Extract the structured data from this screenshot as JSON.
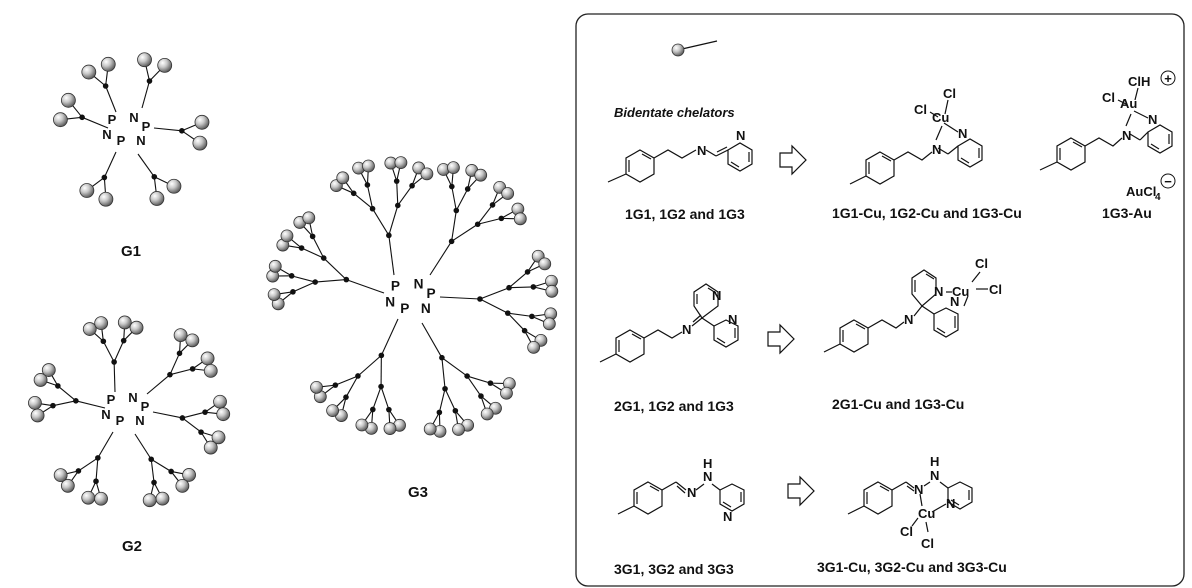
{
  "dendrimers": {
    "g1": "G1",
    "g2": "G2",
    "g3": "G3"
  },
  "core_atoms": {
    "p": "P",
    "n": "N"
  },
  "panel": {
    "heading": "Bidentate chelators",
    "row1": {
      "ligand": "1G1, 1G2 and 1G3",
      "cu_complex": "1G1-Cu, 1G2-Cu and 1G3-Cu",
      "au_complex": "1G3-Au"
    },
    "row2": {
      "ligand": "2G1, 1G2 and 1G3",
      "cu_complex": "2G1-Cu and 1G3-Cu"
    },
    "row3": {
      "ligand": "3G1, 3G2 and 3G3",
      "cu_complex": "3G1-Cu, 3G2-Cu and 3G3-Cu"
    }
  },
  "atoms": {
    "cl": "Cl",
    "cu": "Cu",
    "au": "Au",
    "n": "N",
    "h": "H",
    "clh": "ClH",
    "aucl": "AuCl",
    "sub4": "4",
    "plus": "+",
    "minus": "−"
  }
}
